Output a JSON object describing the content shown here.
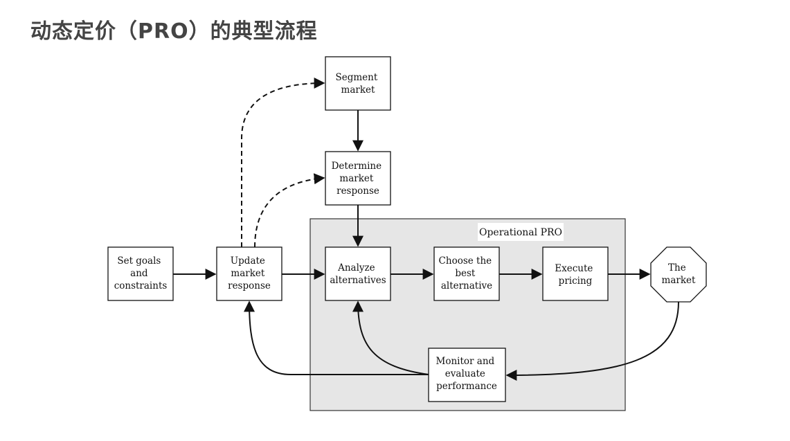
{
  "title": "动态定价（PRO）的典型流程",
  "region": {
    "label": "Operational PRO",
    "fill": "#e6e6e6"
  },
  "nodes": {
    "segment": [
      "Segment",
      "market"
    ],
    "determine": [
      "Determine",
      "market",
      "response"
    ],
    "goals": [
      "Set goals",
      "and",
      "constraints"
    ],
    "update": [
      "Update",
      "market",
      "response"
    ],
    "analyze": [
      "Analyze",
      "alternatives"
    ],
    "choose": [
      "Choose the",
      "best",
      "alternative"
    ],
    "execute": [
      "Execute",
      "pricing"
    ],
    "market": [
      "The",
      "market"
    ],
    "monitor": [
      "Monitor and",
      "evaluate",
      "performance"
    ]
  }
}
